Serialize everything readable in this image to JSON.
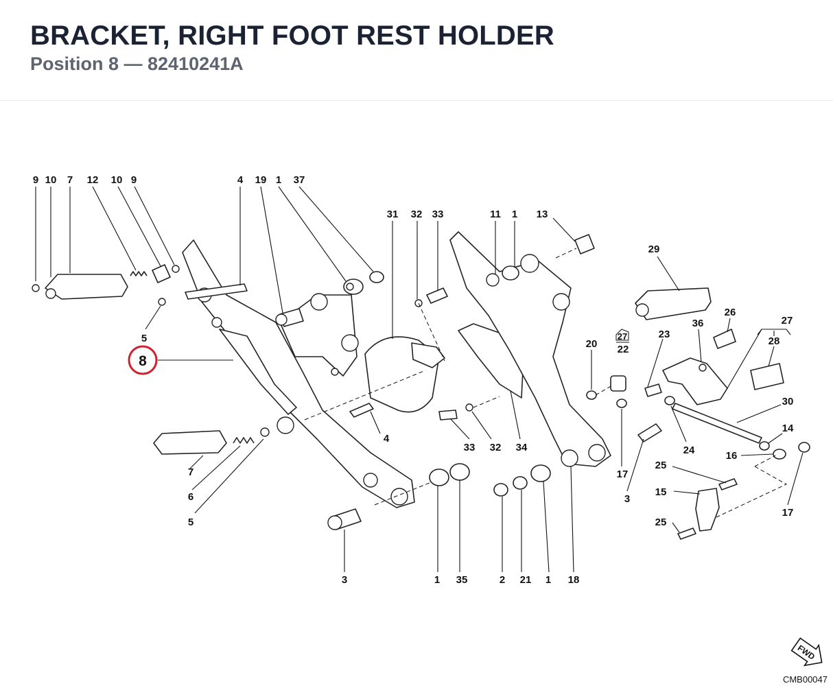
{
  "header": {
    "title": "BRACKET, RIGHT FOOT REST HOLDER",
    "subtitle": "Position 8 — 82410241A"
  },
  "diagram": {
    "highlighted_callout": "8",
    "highlight_color": "#d0202e",
    "drawing_code": "CMB00047",
    "fwd_label": "FWD",
    "callouts": {
      "c9a": "9",
      "c10a": "10",
      "c7a": "7",
      "c12": "12",
      "c10b": "10",
      "c9b": "9",
      "c4a": "4",
      "c19": "19",
      "c1a": "1",
      "c37": "37",
      "c31": "31",
      "c32a": "32",
      "c33a": "33",
      "c11": "11",
      "c1b": "1",
      "c13": "13",
      "c29": "29",
      "c5a": "5",
      "c20": "20",
      "c27a": "27",
      "c22": "22",
      "c23": "23",
      "c36": "36",
      "c26": "26",
      "c27b": "27",
      "c28": "28",
      "c30": "30",
      "c14": "14",
      "c16": "16",
      "c4b": "4",
      "c33b": "33",
      "c32b": "32",
      "c34": "34",
      "c17a": "17",
      "c24": "24",
      "c7b": "7",
      "c6": "6",
      "c5b": "5",
      "c3a": "3",
      "c25a": "25",
      "c15": "15",
      "c25b": "25",
      "c17b": "17",
      "c3b": "3",
      "c1c": "1",
      "c35": "35",
      "c2": "2",
      "c21": "21",
      "c1d": "1",
      "c18": "18"
    }
  }
}
